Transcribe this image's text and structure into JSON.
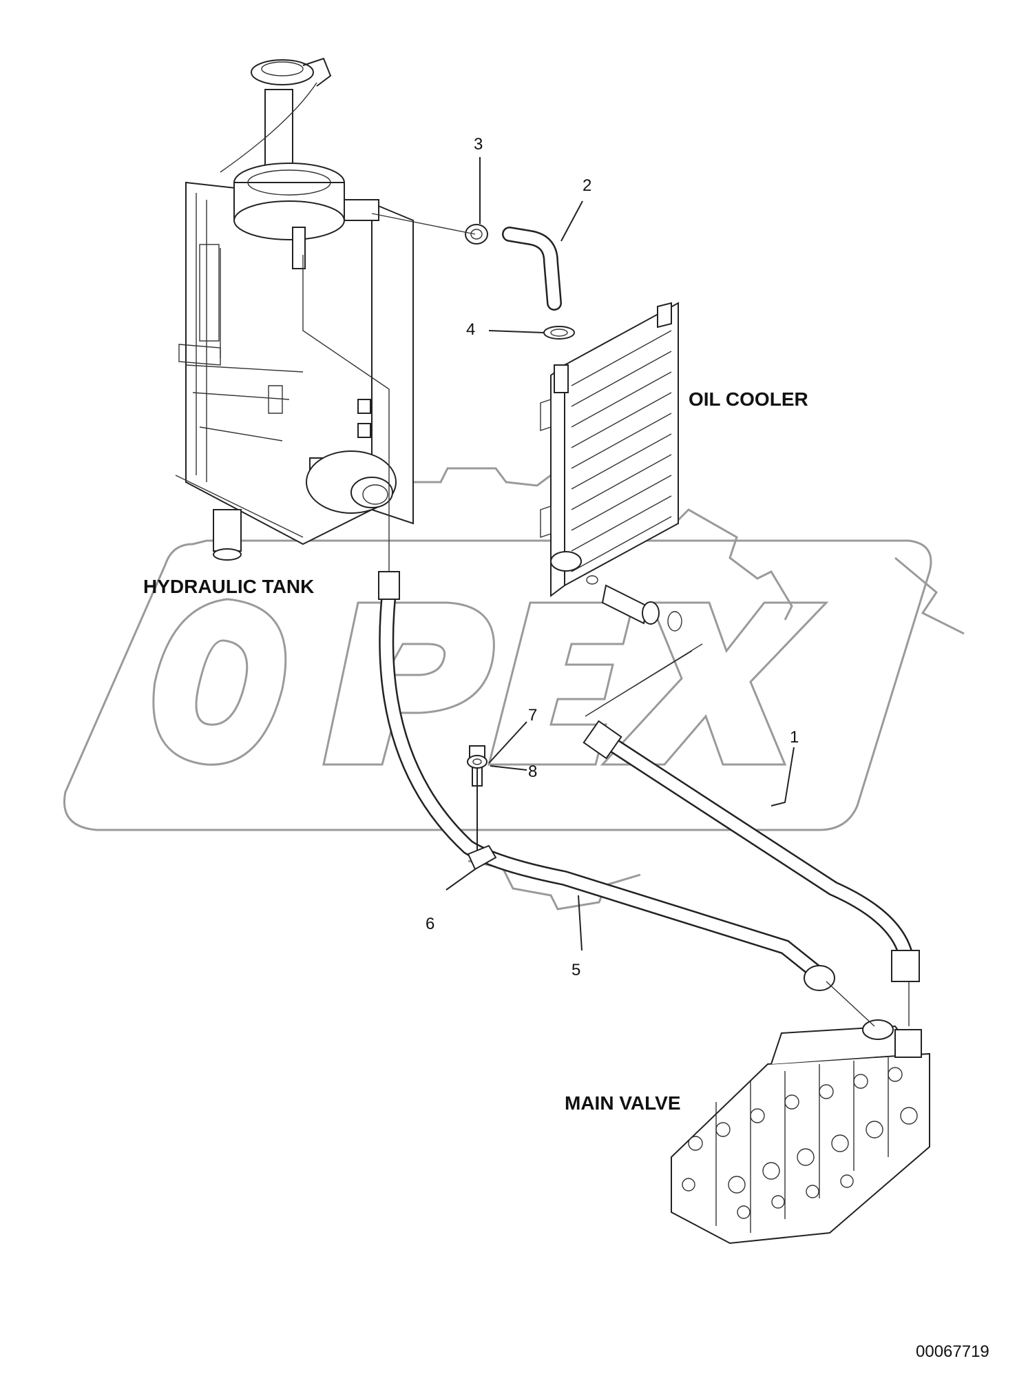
{
  "labels": {
    "hydraulic_tank": "HYDRAULIC TANK",
    "oil_cooler": "OIL COOLER",
    "main_valve": "MAIN VALVE"
  },
  "callouts": [
    "1",
    "2",
    "3",
    "4",
    "5",
    "6",
    "7",
    "8"
  ],
  "drawing_code": "00067719",
  "watermark": "OPEX"
}
